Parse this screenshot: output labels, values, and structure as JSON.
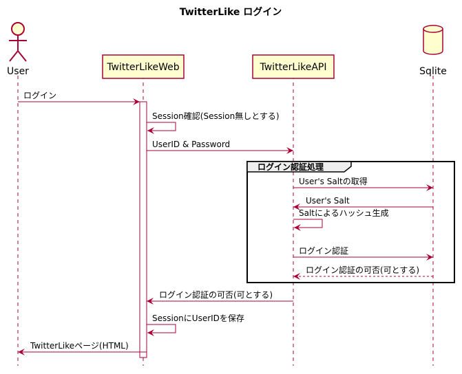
{
  "title": "TwitterLike ログイン",
  "colors": {
    "line": "#A80036",
    "box_fill": "#FEFECE",
    "box_stroke": "#A80036",
    "frame_stroke": "#000000",
    "frame_tab": "#EEEEEE",
    "lifeline": "#A80036"
  },
  "participants": [
    {
      "id": "user",
      "label": "User",
      "kind": "actor"
    },
    {
      "id": "web",
      "label": "TwitterLikeWeb",
      "kind": "participant"
    },
    {
      "id": "api",
      "label": "TwitterLikeAPI",
      "kind": "participant"
    },
    {
      "id": "db",
      "label": "Sqlite",
      "kind": "database"
    }
  ],
  "group": {
    "label": "ログイン認証処理"
  },
  "messages": [
    {
      "from": "user",
      "to": "web",
      "label": "ログイン",
      "style": "solid"
    },
    {
      "from": "web",
      "to": "web",
      "label": "Session確認(Session無しとする)",
      "style": "solid"
    },
    {
      "from": "web",
      "to": "api",
      "label": "UserID & Password",
      "style": "solid"
    },
    {
      "from": "api",
      "to": "db",
      "label": "User's Saltの取得",
      "style": "solid"
    },
    {
      "from": "db",
      "to": "api",
      "label": "User's Salt",
      "style": "solid"
    },
    {
      "from": "api",
      "to": "api",
      "label": "Saltによるハッシュ生成",
      "style": "solid"
    },
    {
      "from": "api",
      "to": "db",
      "label": "ログイン認証",
      "style": "solid"
    },
    {
      "from": "db",
      "to": "api",
      "label": "ログイン認証の可否(可とする)",
      "style": "dashed"
    },
    {
      "from": "api",
      "to": "web",
      "label": "ログイン認証の可否(可とする)",
      "style": "solid"
    },
    {
      "from": "web",
      "to": "web",
      "label": "SessionにUserIDを保存",
      "style": "solid"
    },
    {
      "from": "web",
      "to": "user",
      "label": "TwitterLikeページ(HTML)",
      "style": "solid"
    }
  ]
}
